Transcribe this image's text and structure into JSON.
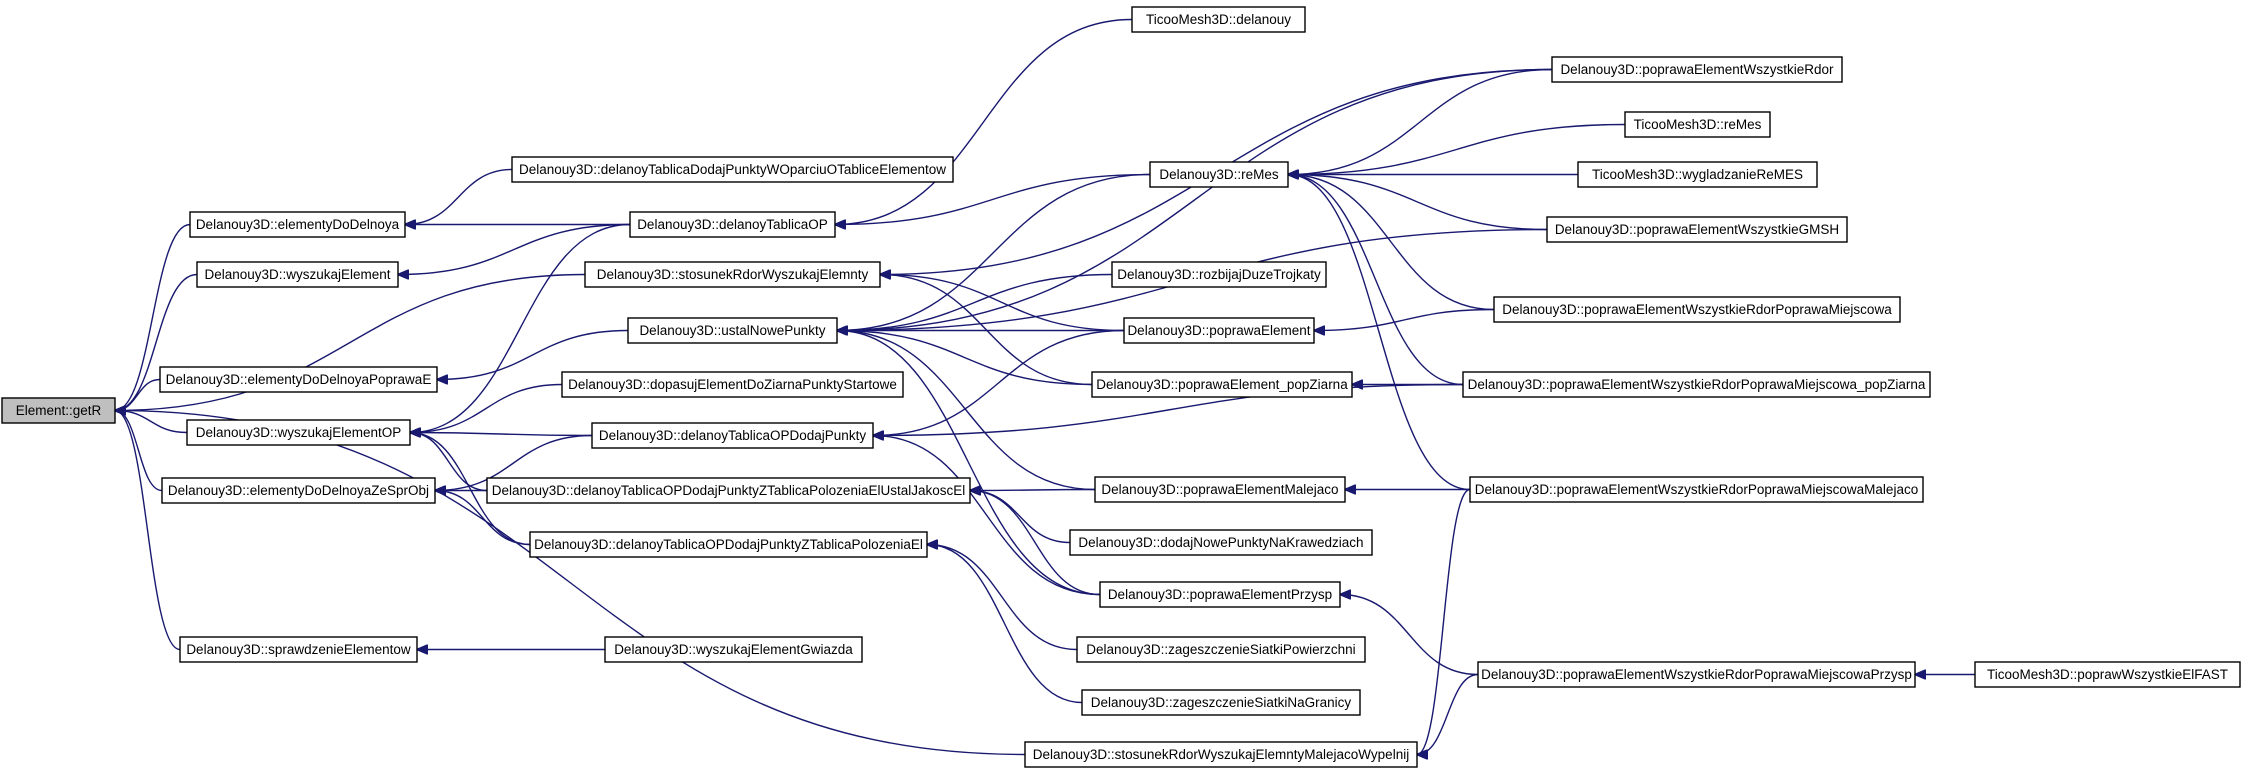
{
  "diagram": {
    "type": "call-graph",
    "edge_color": "#191970",
    "root_fill": "#bfbfbf",
    "nodes": [
      {
        "id": "getR",
        "label": "Element::getR"
      },
      {
        "id": "elementyDoDelnoya",
        "label": "Delanouy3D::elementyDoDelnoya"
      },
      {
        "id": "wyszukajElement",
        "label": "Delanouy3D::wyszukajElement"
      },
      {
        "id": "elementyDoDelnoyaPoprawaE",
        "label": "Delanouy3D::elementyDoDelnoyaPoprawaE"
      },
      {
        "id": "wyszukajElementOP",
        "label": "Delanouy3D::wyszukajElementOP"
      },
      {
        "id": "elementyDoDelnoyaZeSprObj",
        "label": "Delanouy3D::elementyDoDelnoyaZeSprObj"
      },
      {
        "id": "sprawdzenieElementow",
        "label": "Delanouy3D::sprawdzenieElementow"
      },
      {
        "id": "dTDodajPunktyWOparciu",
        "label": "Delanouy3D::delanoyTablicaDodajPunktyWOparciuOTabliceElementow"
      },
      {
        "id": "delanoyTablicaOP",
        "label": "Delanouy3D::delanoyTablicaOP"
      },
      {
        "id": "stosunekRdorWyszukajElemnty",
        "label": "Delanouy3D::stosunekRdorWyszukajElemnty"
      },
      {
        "id": "ustalNowePunkty",
        "label": "Delanouy3D::ustalNowePunkty"
      },
      {
        "id": "dopasujElementDoZiarna",
        "label": "Delanouy3D::dopasujElementDoZiarnaPunktyStartowe"
      },
      {
        "id": "delanoyTablicaOPDodajPunkty",
        "label": "Delanouy3D::delanoyTablicaOPDodajPunkty"
      },
      {
        "id": "dTOPDPZTPElUstalJakoscEl",
        "label": "Delanouy3D::delanoyTablicaOPDodajPunktyZTablicaPolozeniaElUstalJakoscEl"
      },
      {
        "id": "dTOPDPZTPEl",
        "label": "Delanouy3D::delanoyTablicaOPDodajPunktyZTablicaPolozeniaEl"
      },
      {
        "id": "wyszukajElementGwiazda",
        "label": "Delanouy3D::wyszukajElementGwiazda"
      },
      {
        "id": "ticooDelanouy",
        "label": "TicooMesh3D::delanouy"
      },
      {
        "id": "reMes",
        "label": "Delanouy3D::reMes"
      },
      {
        "id": "rozbijajDuzeTrojkaty",
        "label": "Delanouy3D::rozbijajDuzeTrojkaty"
      },
      {
        "id": "poprawaElement",
        "label": "Delanouy3D::poprawaElement"
      },
      {
        "id": "poprawaElement_popZiarna",
        "label": "Delanouy3D::poprawaElement_popZiarna"
      },
      {
        "id": "poprawaElementMalejaco",
        "label": "Delanouy3D::poprawaElementMalejaco"
      },
      {
        "id": "dodajNowePunktyNaKrawedziach",
        "label": "Delanouy3D::dodajNowePunktyNaKrawedziach"
      },
      {
        "id": "poprawaElementPrzysp",
        "label": "Delanouy3D::poprawaElementPrzysp"
      },
      {
        "id": "zageszczenieSiatkiPowierzchni",
        "label": "Delanouy3D::zageszczenieSiatkiPowierzchni"
      },
      {
        "id": "zageszczenieSiatkiNaGranicy",
        "label": "Delanouy3D::zageszczenieSiatkiNaGranicy"
      },
      {
        "id": "stosunekRdorMalejacoWypelnij",
        "label": "Delanouy3D::stosunekRdorWyszukajElemntyMalejacoWypelnij"
      },
      {
        "id": "pEWRdor",
        "label": "Delanouy3D::poprawaElementWszystkieRdor"
      },
      {
        "id": "ticooReMes",
        "label": "TicooMesh3D::reMes"
      },
      {
        "id": "ticooWygladzanieReMES",
        "label": "TicooMesh3D::wygladzanieReMES"
      },
      {
        "id": "pEWGMSH",
        "label": "Delanouy3D::poprawaElementWszystkieGMSH"
      },
      {
        "id": "pEWRPM",
        "label": "Delanouy3D::poprawaElementWszystkieRdorPoprawaMiejscowa"
      },
      {
        "id": "pEWRPM_popZiarna",
        "label": "Delanouy3D::poprawaElementWszystkieRdorPoprawaMiejscowa_popZiarna"
      },
      {
        "id": "pEWRPMMalejaco",
        "label": "Delanouy3D::poprawaElementWszystkieRdorPoprawaMiejscowaMalejaco"
      },
      {
        "id": "pEWRPMPrzysp",
        "label": "Delanouy3D::poprawaElementWszystkieRdorPoprawaMiejscowaPrzysp"
      },
      {
        "id": "ticooPoprawWszystkieElFAST",
        "label": "TicooMesh3D::poprawWszystkieElFAST"
      }
    ],
    "edges": [
      [
        "elementyDoDelnoya",
        "getR"
      ],
      [
        "wyszukajElement",
        "getR"
      ],
      [
        "elementyDoDelnoyaPoprawaE",
        "getR"
      ],
      [
        "wyszukajElementOP",
        "getR"
      ],
      [
        "elementyDoDelnoyaZeSprObj",
        "getR"
      ],
      [
        "sprawdzenieElementow",
        "getR"
      ],
      [
        "stosunekRdorWyszukajElemnty",
        "getR"
      ],
      [
        "stosunekRdorMalejacoWypelnij",
        "getR"
      ],
      [
        "dTDodajPunktyWOparciu",
        "elementyDoDelnoya"
      ],
      [
        "delanoyTablicaOP",
        "elementyDoDelnoya"
      ],
      [
        "delanoyTablicaOP",
        "wyszukajElement"
      ],
      [
        "ustalNowePunkty",
        "elementyDoDelnoyaPoprawaE"
      ],
      [
        "delanoyTablicaOP",
        "wyszukajElementOP"
      ],
      [
        "dopasujElementDoZiarna",
        "wyszukajElementOP"
      ],
      [
        "delanoyTablicaOPDodajPunkty",
        "wyszukajElementOP"
      ],
      [
        "dTOPDPZTPElUstalJakoscEl",
        "wyszukajElementOP"
      ],
      [
        "dTOPDPZTPEl",
        "wyszukajElementOP"
      ],
      [
        "delanoyTablicaOPDodajPunkty",
        "elementyDoDelnoyaZeSprObj"
      ],
      [
        "dTOPDPZTPElUstalJakoscEl",
        "elementyDoDelnoyaZeSprObj"
      ],
      [
        "dTOPDPZTPEl",
        "elementyDoDelnoyaZeSprObj"
      ],
      [
        "wyszukajElementGwiazda",
        "sprawdzenieElementow"
      ],
      [
        "reMes",
        "delanoyTablicaOP"
      ],
      [
        "ticooDelanouy",
        "delanoyTablicaOP"
      ],
      [
        "pEWRdor",
        "stosunekRdorWyszukajElemnty"
      ],
      [
        "poprawaElement",
        "stosunekRdorWyszukajElemnty"
      ],
      [
        "poprawaElement_popZiarna",
        "stosunekRdorWyszukajElemnty"
      ],
      [
        "reMes",
        "ustalNowePunkty"
      ],
      [
        "rozbijajDuzeTrojkaty",
        "ustalNowePunkty"
      ],
      [
        "poprawaElement",
        "ustalNowePunkty"
      ],
      [
        "poprawaElement_popZiarna",
        "ustalNowePunkty"
      ],
      [
        "poprawaElementMalejaco",
        "ustalNowePunkty"
      ],
      [
        "poprawaElementPrzysp",
        "ustalNowePunkty"
      ],
      [
        "pEWRdor",
        "ustalNowePunkty"
      ],
      [
        "pEWGMSH",
        "ustalNowePunkty"
      ],
      [
        "poprawaElement",
        "delanoyTablicaOPDodajPunkty"
      ],
      [
        "pEWRPM_popZiarna",
        "delanoyTablicaOPDodajPunkty"
      ],
      [
        "poprawaElementPrzysp",
        "delanoyTablicaOPDodajPunkty"
      ],
      [
        "poprawaElementMalejaco",
        "dTOPDPZTPElUstalJakoscEl"
      ],
      [
        "poprawaElementPrzysp",
        "dTOPDPZTPElUstalJakoscEl"
      ],
      [
        "dodajNowePunktyNaKrawedziach",
        "dTOPDPZTPElUstalJakoscEl"
      ],
      [
        "zageszczenieSiatkiPowierzchni",
        "dTOPDPZTPEl"
      ],
      [
        "zageszczenieSiatkiNaGranicy",
        "dTOPDPZTPEl"
      ],
      [
        "pEWRdor",
        "reMes"
      ],
      [
        "ticooReMes",
        "reMes"
      ],
      [
        "ticooWygladzanieReMES",
        "reMes"
      ],
      [
        "pEWGMSH",
        "reMes"
      ],
      [
        "pEWRPM",
        "reMes"
      ],
      [
        "pEWRPM_popZiarna",
        "reMes"
      ],
      [
        "pEWRPMMalejaco",
        "reMes"
      ],
      [
        "pEWRPM",
        "poprawaElement"
      ],
      [
        "pEWRPM_popZiarna",
        "poprawaElement_popZiarna"
      ],
      [
        "pEWRPMMalejaco",
        "poprawaElementMalejaco"
      ],
      [
        "pEWRPMPrzysp",
        "poprawaElementPrzysp"
      ],
      [
        "ticooPoprawWszystkieElFAST",
        "pEWRPMPrzysp"
      ],
      [
        "pEWRPMPrzysp",
        "stosunekRdorMalejacoWypelnij"
      ],
      [
        "pEWRPMMalejaco",
        "stosunekRdorMalejacoWypelnij"
      ]
    ]
  }
}
